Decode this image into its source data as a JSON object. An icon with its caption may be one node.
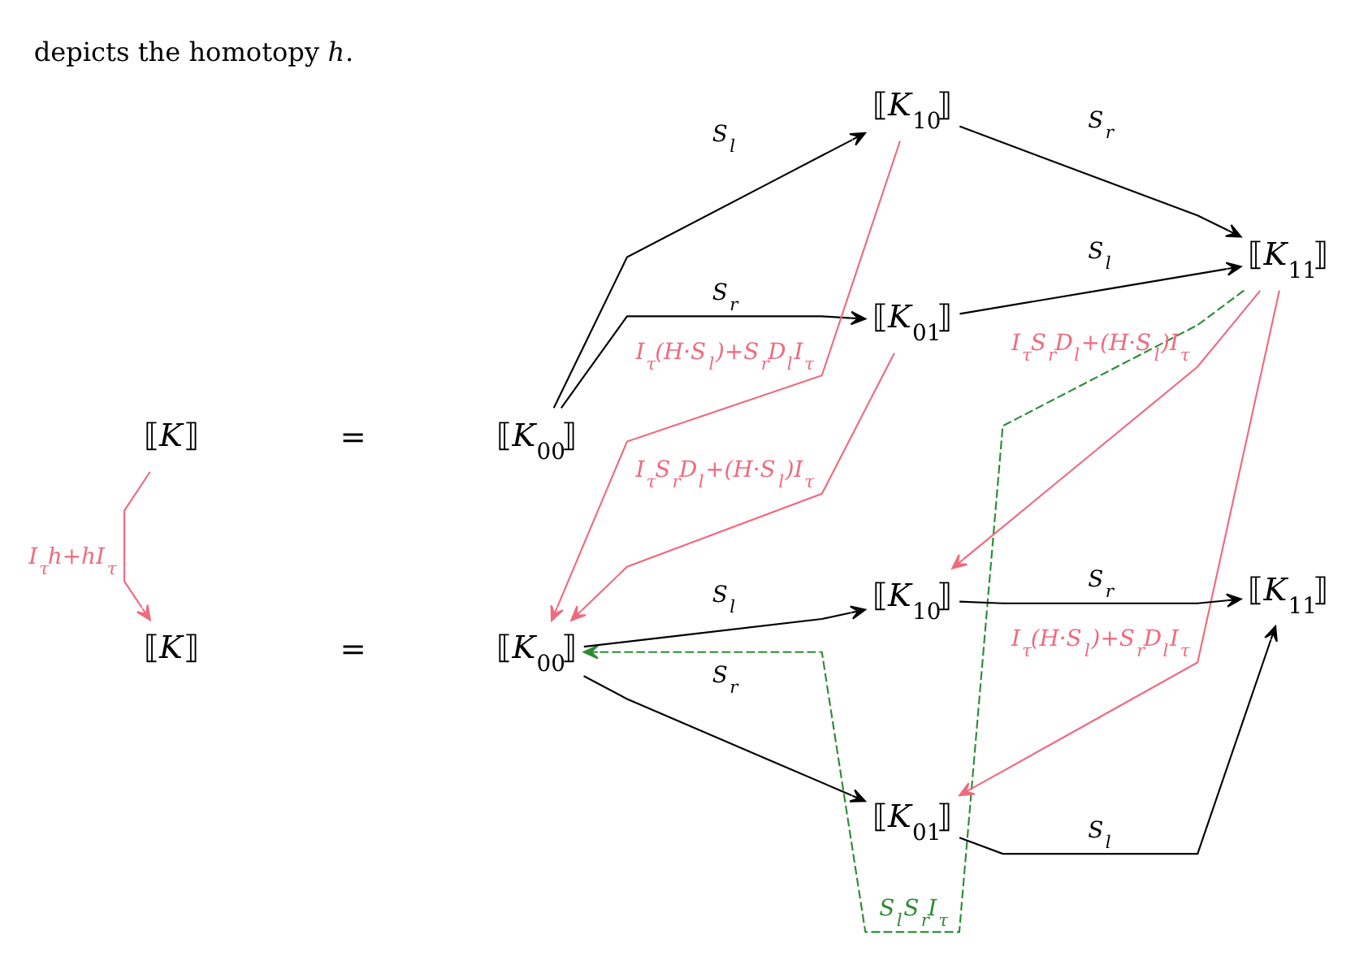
{
  "diagram": {
    "title": "depicts the homotopy *h*.",
    "nodes": [
      {
        "text": [
          "⟦*K*⟧"
        ]
      },
      {
        "text": [
          "⟦*K*$_{00}$⟧"
        ]
      },
      {
        "text": [
          "⟦*K*$_{10}$⟧"
        ]
      },
      {
        "text": [
          "⟦*K*$_{01}$⟧"
        ]
      },
      {
        "text": [
          "⟦*K*$_{11}$⟧"
        ]
      },
      {
        "text": [
          "⟦*K*⟧"
        ]
      },
      {
        "text": [
          "⟦*K*$_{00}$⟧"
        ]
      },
      {
        "text": [
          "⟦*K*$_{10}$⟧"
        ]
      },
      {
        "text": [
          "⟦*K*$_{01}$⟧"
        ]
      },
      {
        "text": [
          "⟦*K*$_{11}$⟧"
        ]
      }
    ],
    "edges": [
      {
        "from": 1,
        "to": 2,
        "arrow": "to",
        "label": "S$_{l}$"
      },
      {
        "from": 1,
        "to": 3,
        "arrow": "to",
        "label": "S$_{r}$"
      },
      {
        "from": 2,
        "to": 4,
        "arrow": "to",
        "label": "S$_{r}$"
      },
      {
        "from": 3,
        "to": 4,
        "arrow": "to",
        "label": "S$_{l}$"
      },
      {
        "from": 0,
        "to": 5,
        "arrow": "to",
        "label": "I$_{τ}$h+hI$_{τ}$",
        "color": "#ef6a7e"
      },
      {
        "from": 2,
        "to": 6,
        "arrow": "to",
        "label": "I$_{τ}$(H·S$_{l}$)+S$_{r}$D$_{l}$I$_{τ}$",
        "color": "#ef6a7e"
      },
      {
        "from": 3,
        "to": 6,
        "arrow": "to",
        "label": "I$_{τ}$S$_{r}$D$_{l}$+(H·S$_{l}$)I$_{τ}$",
        "color": "#ef6a7e"
      },
      {
        "from": 4,
        "to": 6,
        "arrow": "to",
        "label": "S$_{l}$S$_{r}$I$_{τ}$",
        "style": "dashed",
        "color": "#2e8b34"
      },
      {
        "from": 4,
        "to": 7,
        "arrow": "to",
        "label": "I$_{τ}$S$_{r}$D$_{l}$+(H·S$_{l}$)I$_{τ}$",
        "color": "#ef6a7e"
      },
      {
        "from": 4,
        "to": 8,
        "arrow": "to",
        "label": "I$_{τ}$(H·S$_{l}$)+S$_{r}$D$_{l}$I$_{τ}$",
        "color": "#ef6a7e"
      },
      {
        "from": 6,
        "to": 7,
        "arrow": "to",
        "label": "S$_{l}$"
      },
      {
        "from": 6,
        "to": 8,
        "arrow": "to",
        "label": "S$_{r}$"
      },
      {
        "from": 7,
        "to": 9,
        "arrow": "to",
        "label": "S$_{r}$"
      },
      {
        "from": 8,
        "to": 9,
        "arrow": "to",
        "label": "S$_{l}$"
      }
    ],
    "labels": [
      "=",
      "="
    ]
  }
}
